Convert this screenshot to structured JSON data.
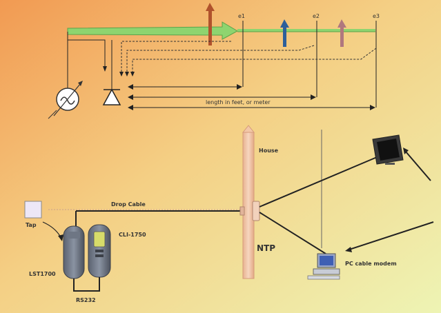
{
  "colors": {
    "background_left": "#f4a25a",
    "background_right": "#eef2a8",
    "signal_arrow": "#86d46b",
    "reflection_1": "#b0522c",
    "reflection_2": "#2e5f9a",
    "reflection_3": "#b0787e",
    "pole": "#f3c7a7"
  },
  "top_diagram": {
    "markers": [
      "e1",
      "e2",
      "e3"
    ],
    "length_label": "length in feet, or meter"
  },
  "labels": {
    "house": "House",
    "drop_cable": "Drop Cable",
    "tap": "Tap",
    "cli_device": "CLI-1750",
    "lst_device": "LST1700",
    "rs232": "RS232",
    "ntp": "NTP",
    "pc_modem": "PC cable modem"
  },
  "icons": [
    "signal-generator-icon",
    "receiver-icon",
    "tv-icon",
    "pc-icon"
  ]
}
